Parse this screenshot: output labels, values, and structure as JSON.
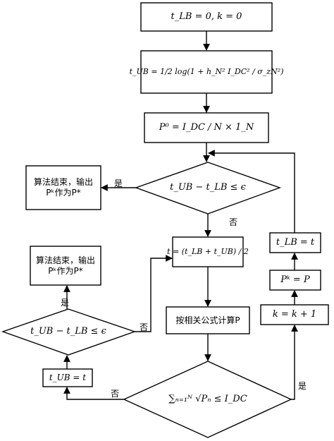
{
  "nodes": {
    "init": "t_LB = 0,  k = 0",
    "tub_calc": "t_UB = 1/2 log(1 + h_N² I_DC² / σ_zN²)",
    "p0": "P⁰ = I_DC / N × 1_N",
    "check1": "t_UB − t_LB ≤ ϵ",
    "end1_line1": "算法结束，输出",
    "end1_line2": "Pᵏ作为P*",
    "t_mid": "t = (t_LB + t_UB) / 2",
    "end2_line1": "算法结束，输出",
    "end2_line2": "Pᵏ作为P*",
    "check2": "t_UB − t_LB ≤ ϵ",
    "compute_p": "按相关公式计算P",
    "tub_t": "t_UB = t",
    "sum_check": "∑ₙ₌₁ᴺ √Pₙ ≤ I_DC",
    "k_inc": "k = k + 1",
    "pk": "Pᵏ = P",
    "tlb_t": "t_LB = t"
  },
  "edges": {
    "check1_yes": "是",
    "check1_no": "否",
    "check2_yes": "是",
    "check2_no": "否",
    "sum_yes": "是",
    "sum_no": "否"
  }
}
